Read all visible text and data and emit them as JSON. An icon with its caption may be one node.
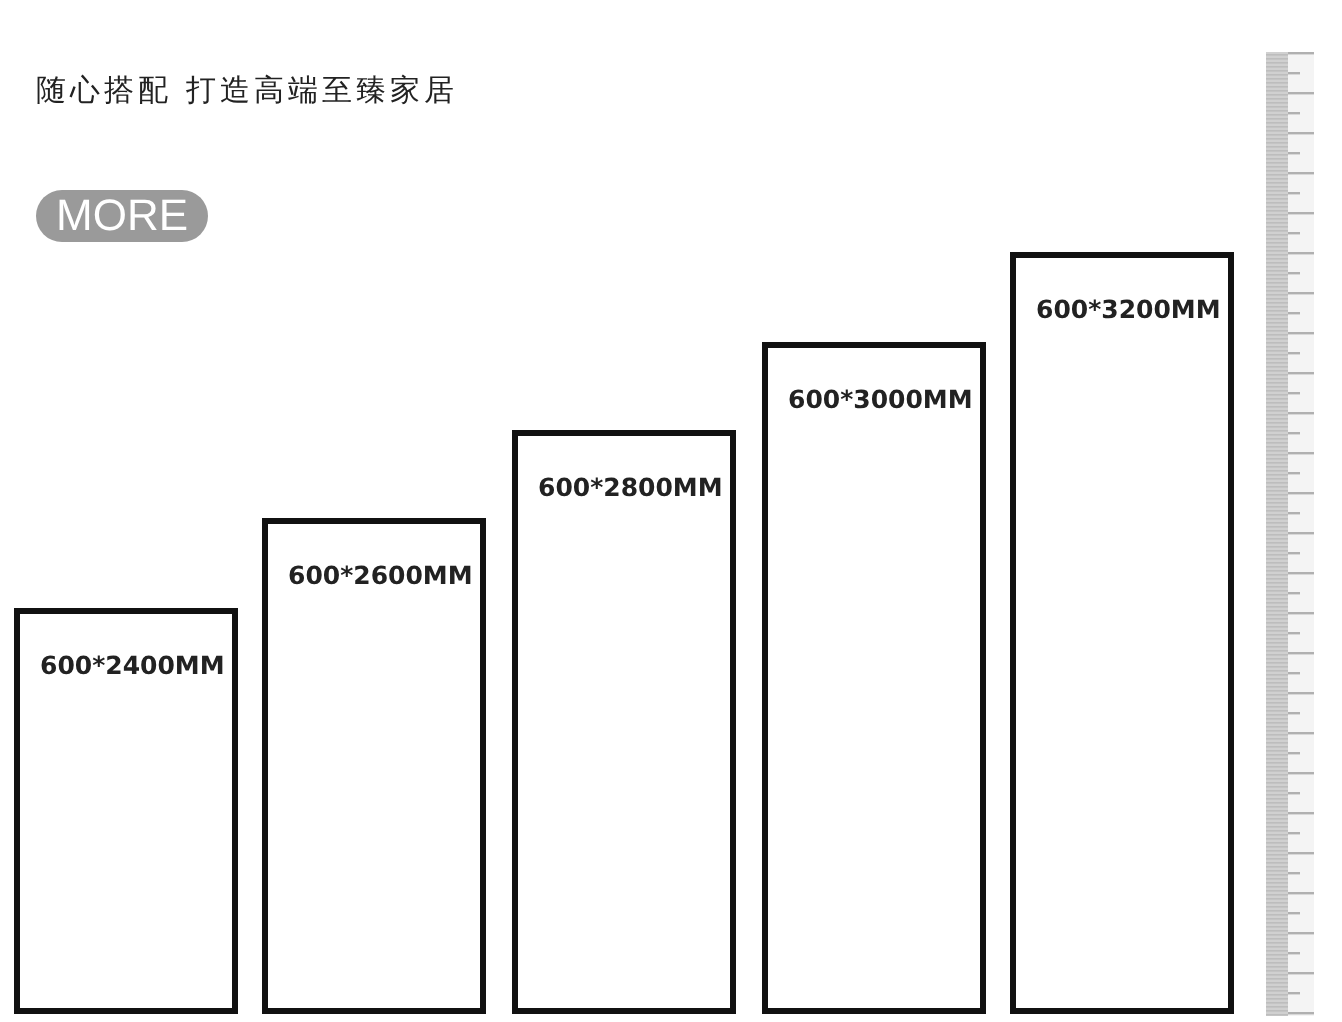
{
  "diagram": {
    "title": "随心搭配 打造高端至臻家居",
    "nodes": [
      {
        "text": [
          "MORE"
        ]
      },
      {
        "text": [
          "600*2400MM"
        ]
      },
      {
        "text": [
          "600*2600MM"
        ]
      },
      {
        "text": [
          "600*2800MM"
        ]
      },
      {
        "text": [
          "600*3000MM"
        ]
      },
      {
        "text": [
          "600*3200MM"
        ]
      }
    ]
  }
}
